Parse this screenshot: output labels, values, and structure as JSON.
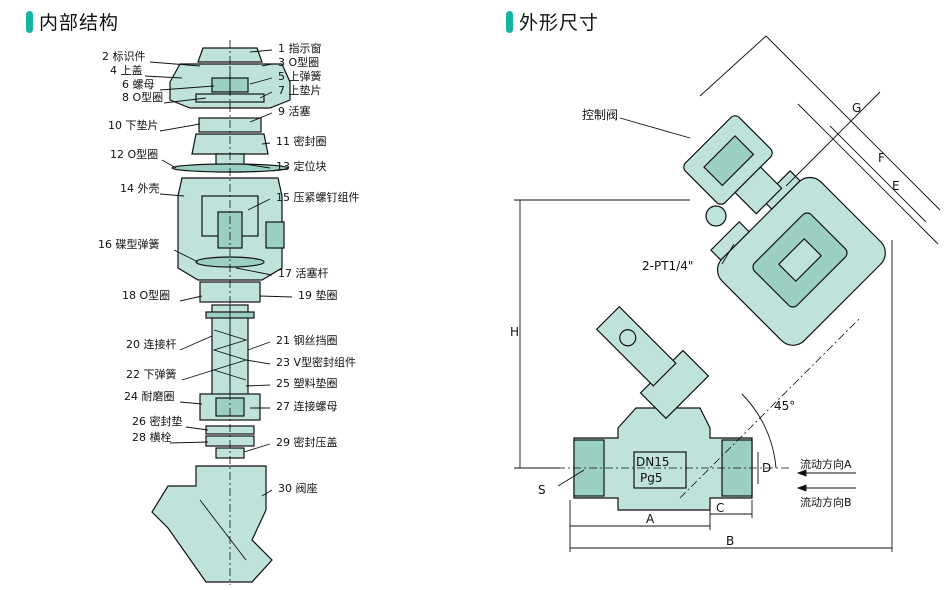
{
  "headers": {
    "internal": "内部结构",
    "dimensions": "外形尺寸"
  },
  "parts_right": [
    "1 指示窗",
    "3 O型圈",
    "5 上弹簧",
    "7 上垫片",
    "9 活塞",
    "11 密封圈",
    "13 定位块",
    "15 压紧螺钉组件",
    "17 活塞杆",
    "19 垫圈",
    "21 钢丝挡圈",
    "23 V型密封组件",
    "25 塑料垫圈",
    "27 连接螺母",
    "29 密封压盖",
    "30 阀座"
  ],
  "parts_left": [
    "2 标识件",
    "4 上盖",
    "6 螺母",
    "8 O型圈",
    "10 下垫片",
    "12 O型圈",
    "14 外壳",
    "16 碟型弹簧",
    "18 O型圈",
    "20 连接杆",
    "22 下弹簧",
    "24 耐磨圈",
    "26 密封垫",
    "28 横栓"
  ],
  "dimension_labels": {
    "control_valve": "控制阀",
    "port": "2-PT1/4\"",
    "G": "G",
    "F": "F",
    "E": "E",
    "H": "H",
    "D": "D",
    "S": "S",
    "A": "A",
    "B": "B",
    "C": "C",
    "angle": "45°",
    "dn": "DN15",
    "pg": "Pg5",
    "flow_a": "流动方向A",
    "flow_b": "流动方向B"
  },
  "colors": {
    "accent": "#17b5a6",
    "fill": "#bfe3db",
    "fill_dark": "#9ccfc4"
  }
}
